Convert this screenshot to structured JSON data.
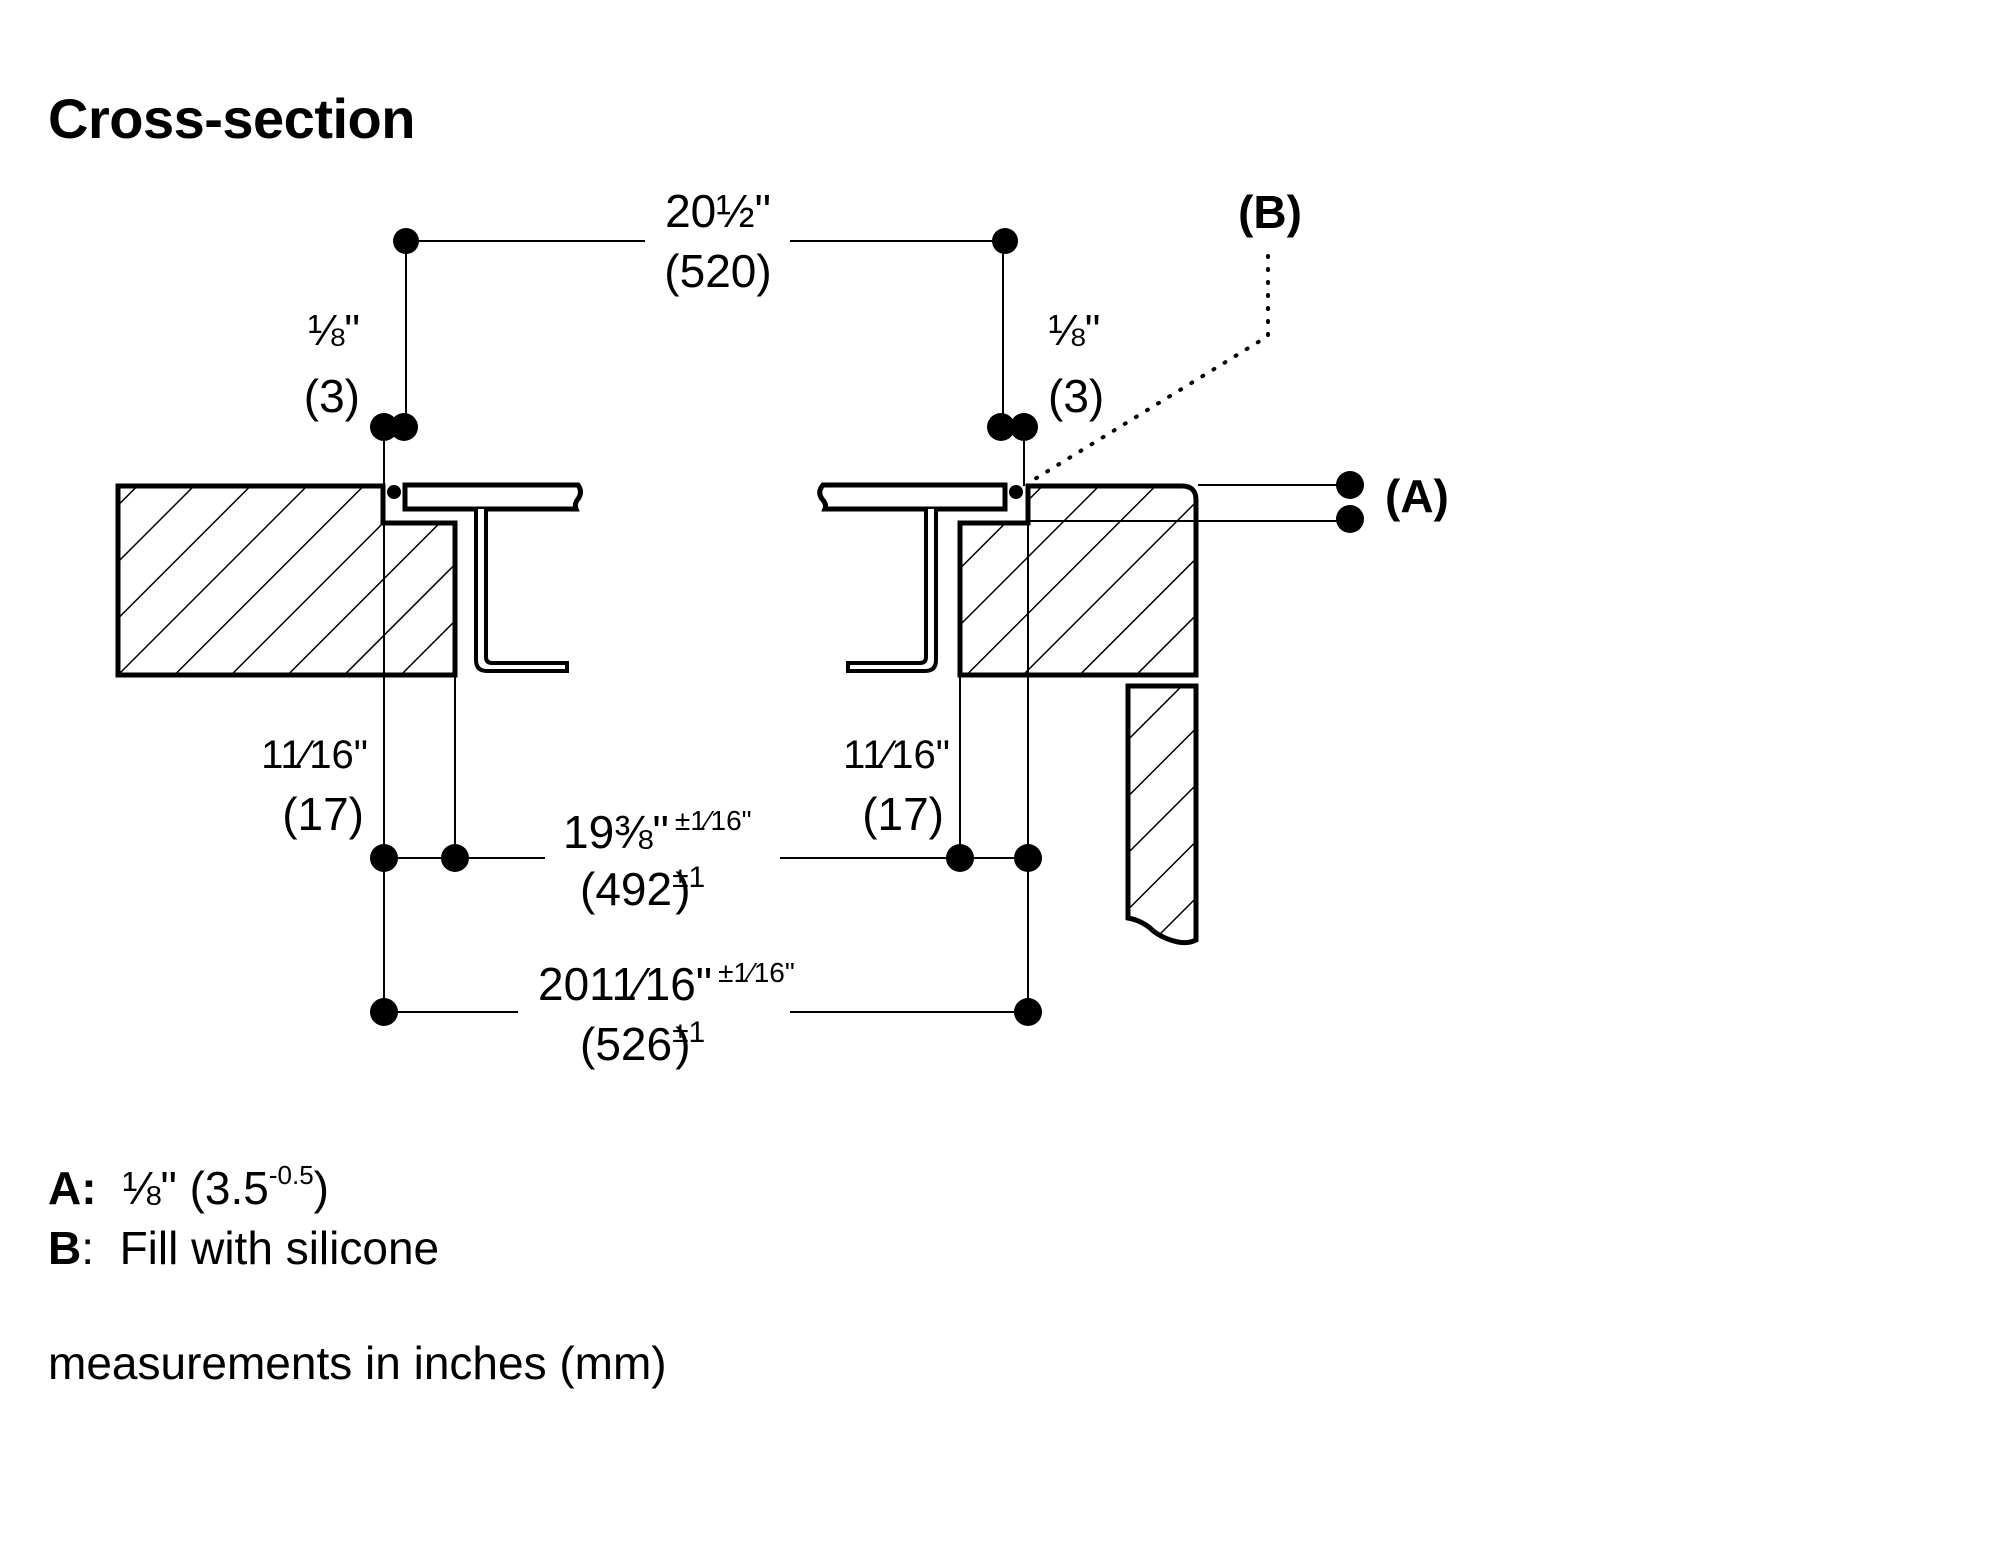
{
  "title": "Cross-section",
  "dimensions": {
    "overall_top": {
      "inch": "20½\"",
      "mm": "(520)"
    },
    "gap_left": {
      "inch": "⅛\"",
      "mm": "(3)"
    },
    "gap_right": {
      "inch": "⅛\"",
      "mm": "(3)"
    },
    "ledge_left": {
      "inch_whole": "",
      "inch_frac": "11⁄16\"",
      "mm": "(17)"
    },
    "ledge_right": {
      "inch_whole": "",
      "inch_frac": "11⁄16\"",
      "mm": "(17)"
    },
    "cutout": {
      "inch_whole": "19",
      "inch_frac": "⅜\"",
      "tolerance": "±1⁄16\"",
      "mm": "(492",
      "mm_tol": "±1",
      "mm_close": ")"
    },
    "recess": {
      "inch_whole": "20",
      "inch_frac": "11⁄16\"",
      "tolerance": "±1⁄16\"",
      "mm": "(526",
      "mm_tol": "±1",
      "mm_close": ")"
    }
  },
  "callouts": {
    "a_label": "(A)",
    "b_label": "(B)"
  },
  "legend": {
    "a_key": "A:",
    "a_value": "⅛\" (3.5",
    "a_sup": "-0.5",
    "a_close": ")",
    "b_key": "B",
    "b_sep": ":",
    "b_value": "Fill with silicone"
  },
  "units_note": "measurements in inches (mm)"
}
